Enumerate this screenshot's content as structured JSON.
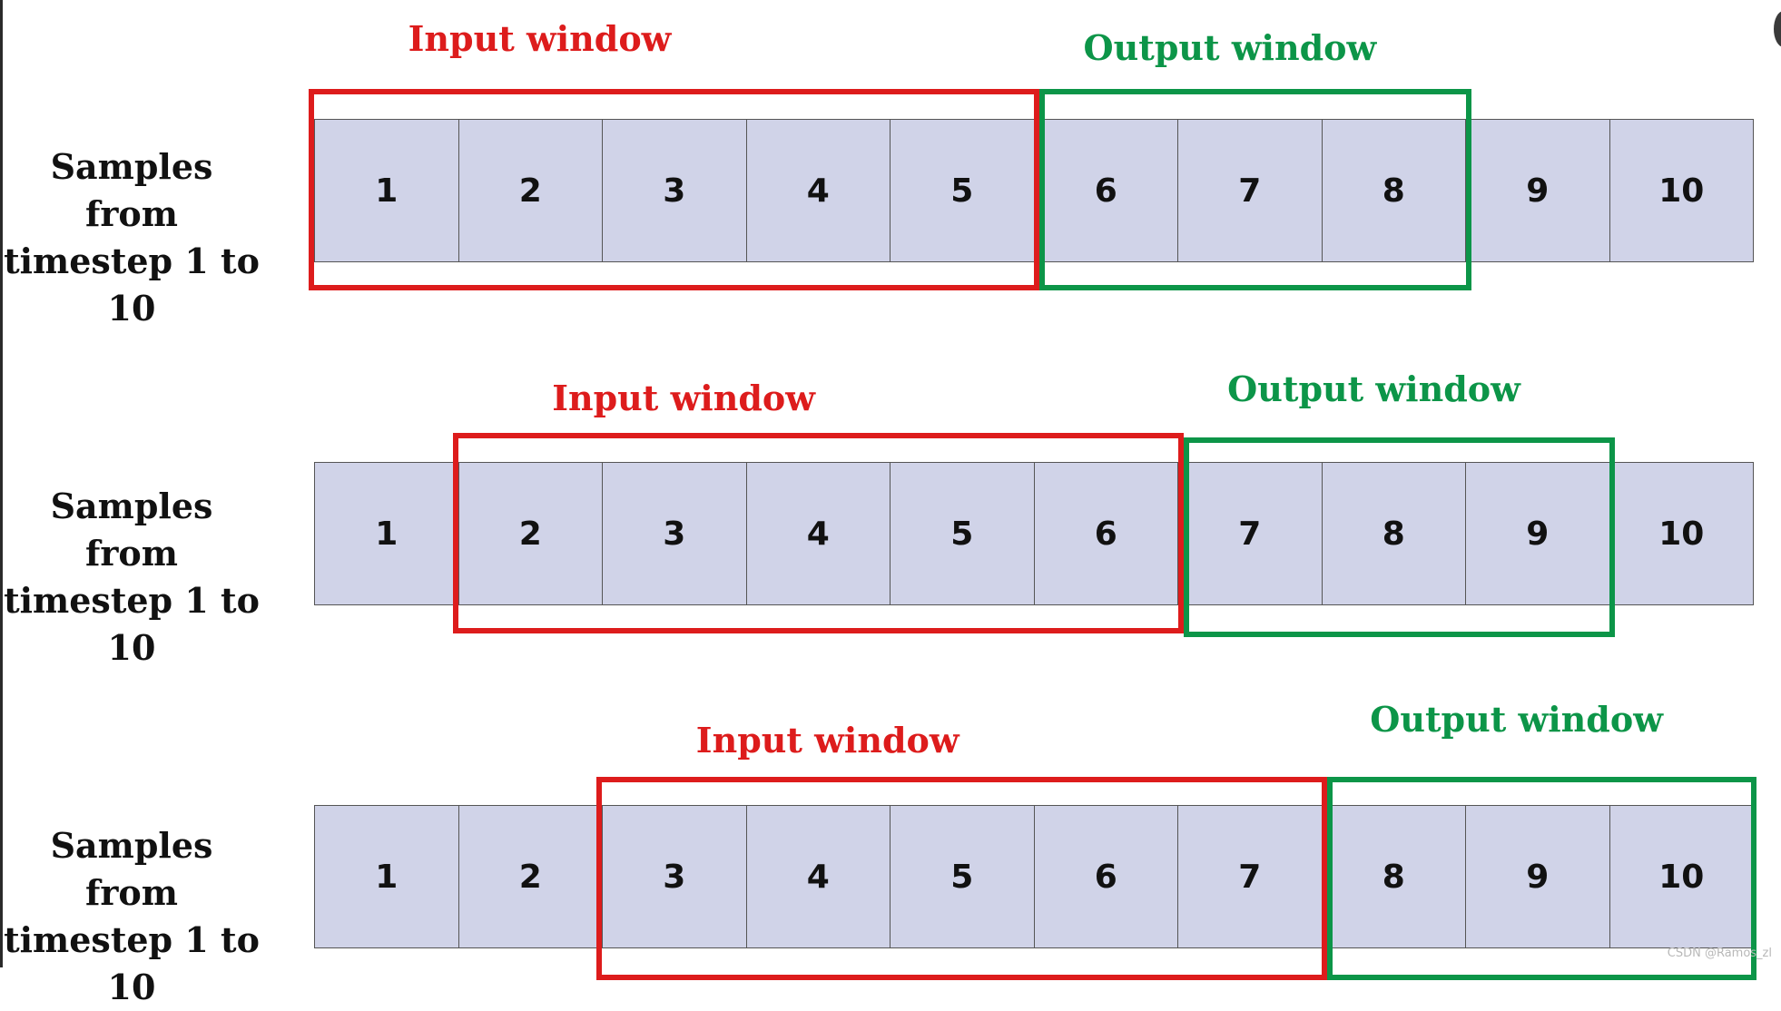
{
  "colors": {
    "input_window": "#dd1c1c",
    "output_window": "#0c9548",
    "cell_fill": "#d0d3e8",
    "cell_border": "#555555"
  },
  "rows": [
    {
      "label_line1": "Samples from",
      "label_line2": "timestep 1 to 10",
      "cells": [
        "1",
        "2",
        "3",
        "4",
        "5",
        "6",
        "7",
        "8",
        "9",
        "10"
      ],
      "input_window": {
        "label": "Input window",
        "from_step": 1,
        "to_step": 5
      },
      "output_window": {
        "label": "Output window",
        "from_step": 6,
        "to_step": 8
      }
    },
    {
      "label_line1": "Samples from",
      "label_line2": "timestep 1 to 10",
      "cells": [
        "1",
        "2",
        "3",
        "4",
        "5",
        "6",
        "7",
        "8",
        "9",
        "10"
      ],
      "input_window": {
        "label": "Input window",
        "from_step": 2,
        "to_step": 6
      },
      "output_window": {
        "label": "Output window",
        "from_step": 7,
        "to_step": 9
      }
    },
    {
      "label_line1": "Samples from",
      "label_line2": "timestep 1 to 10",
      "cells": [
        "1",
        "2",
        "3",
        "4",
        "5",
        "6",
        "7",
        "8",
        "9",
        "10"
      ],
      "input_window": {
        "label": "Input window",
        "from_step": 3,
        "to_step": 7
      },
      "output_window": {
        "label": "Output window",
        "from_step": 8,
        "to_step": 10
      }
    }
  ],
  "watermark": "CSDN @Ramos_zl"
}
